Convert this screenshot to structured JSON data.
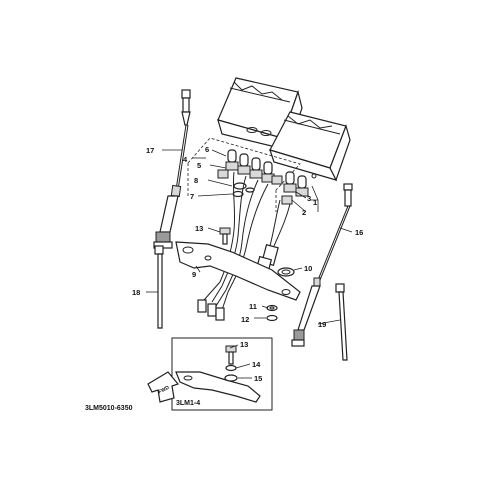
{
  "diagram": {
    "labels": {
      "p1": "1",
      "p2": "2",
      "p3": "3",
      "p4": "4",
      "p5": "5",
      "p6": "6",
      "p7": "7",
      "p8": "8",
      "p9": "9",
      "p10": "10",
      "p11": "11",
      "p12": "12",
      "p13": "13",
      "p14": "14",
      "p15": "15",
      "p16": "16",
      "p17": "17",
      "p18": "18",
      "p19": "19",
      "p13b": "13"
    },
    "inset_code": "3LM1-4",
    "drawing_code": "3LM5010-6350",
    "arrow_text": "FWD"
  }
}
